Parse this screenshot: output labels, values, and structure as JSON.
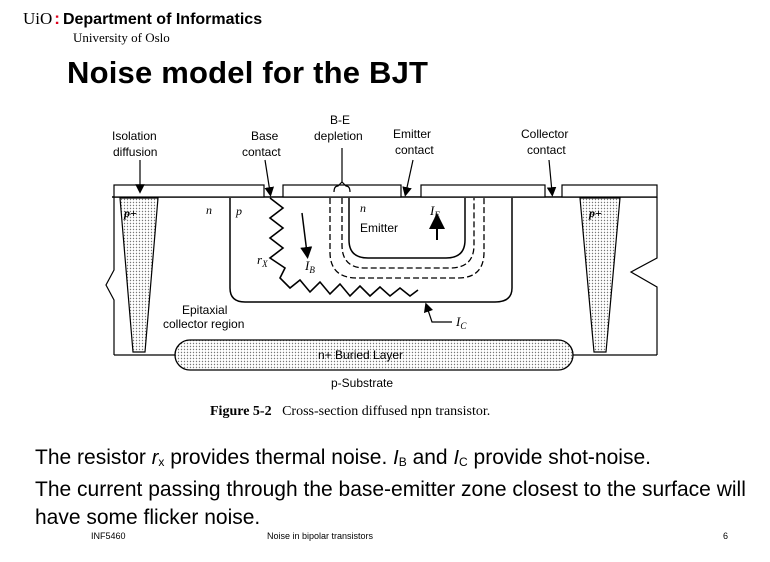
{
  "header": {
    "logo_text": "UiO",
    "department": "Department of Informatics",
    "university": "University of Oslo",
    "accent_color": "#e0001b"
  },
  "slide": {
    "title": "Noise model for the BJT"
  },
  "diagram": {
    "labels": {
      "isolation_diffusion_1": "Isolation",
      "isolation_diffusion_2": "diffusion",
      "base_contact_1": "Base",
      "base_contact_2": "contact",
      "be_depletion_1": "B-E",
      "be_depletion_2": "depletion",
      "emitter_contact_1": "Emitter",
      "emitter_contact_2": "contact",
      "collector_contact_1": "Collector",
      "collector_contact_2": "contact",
      "p_plus_left": "p+",
      "p_plus_right": "p+",
      "n_region": "n",
      "p_region": "p",
      "n_emitter": "n",
      "emitter": "Emitter",
      "ie": "I",
      "ie_sub": "E",
      "rx": "r",
      "rx_sub": "X",
      "ib": "I",
      "ib_sub": "B",
      "epitaxial_1": "Epitaxial",
      "epitaxial_2": "collector region",
      "ic": "I",
      "ic_sub": "C",
      "buried_layer": "n+ Buried Layer",
      "substrate": "p-Substrate"
    },
    "caption_label": "Figure 5-2",
    "caption_text": "Cross-section diffused npn transistor."
  },
  "text": {
    "line1_a": "The resistor ",
    "rx": "r",
    "rx_sub": "x",
    "line1_b": " provides thermal noise. ",
    "ib": "I",
    "ib_sub": "B",
    "line1_c": " and ",
    "ic": "I",
    "ic_sub": "C",
    "line1_d": " provide shot-noise.",
    "line2": "The current passing through the base-emitter zone closest to the surface will have some flicker noise."
  },
  "footer": {
    "course": "INF5460",
    "topic": "Noise in bipolar transistors",
    "page": "6"
  }
}
